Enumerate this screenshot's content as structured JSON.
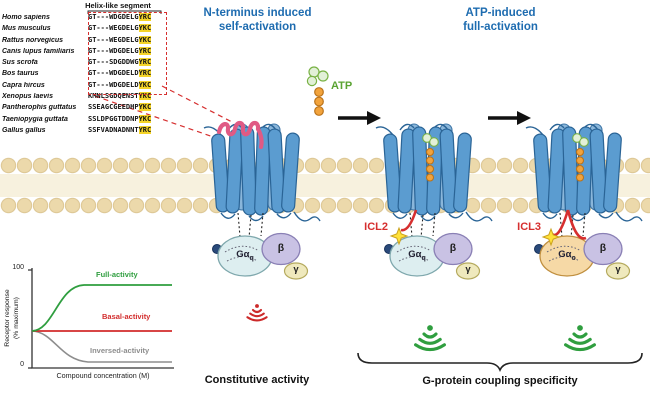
{
  "headings": {
    "left": {
      "line1": "N-terminus induced",
      "line2": "self-activation"
    },
    "right": {
      "line1": "ATP-induced",
      "line2": "full-activation"
    }
  },
  "alignment": {
    "title": "Helix-like segment",
    "rows": [
      {
        "species": "Homo sapiens",
        "seq_main": "GT---WDGDELG",
        "seq_hl": "YRC"
      },
      {
        "species": "Mus musculus",
        "seq_main": "GT---WEGDELG",
        "seq_hl": "YKC"
      },
      {
        "species": "Rattus norvegicus",
        "seq_main": "GT---WEGDELG",
        "seq_hl": "YKC"
      },
      {
        "species": "Canis lupus familiaris",
        "seq_main": "GT---WDGDELG",
        "seq_hl": "YRC"
      },
      {
        "species": "Sus scrofa",
        "seq_main": "GT---SDGDDWG",
        "seq_hl": "YRC"
      },
      {
        "species": "Bos taurus",
        "seq_main": "GT---WDGDELD",
        "seq_hl": "YRC"
      },
      {
        "species": "Capra hircus",
        "seq_main": "GT---WDGDELD",
        "seq_hl": "YKC"
      },
      {
        "species": "Xenopus laevis",
        "seq_main": "KMNLSGDQENST",
        "seq_hl": "YKC"
      },
      {
        "species": "Pantherophis guttatus",
        "seq_main": "SSEAGCGEEDHP",
        "seq_hl": "YKC"
      },
      {
        "species": "Taeniopygia guttata",
        "seq_main": "SSLDPGGTDDNP",
        "seq_hl": "YKC"
      },
      {
        "species": "Gallus gallus",
        "seq_main": "SSFVADNADNNT",
        "seq_hl": "YRC"
      }
    ]
  },
  "atp": {
    "label": "ATP"
  },
  "receptors": [
    {
      "g_alpha": {
        "base": "Gα",
        "sub": "q"
      },
      "beta": "β",
      "gamma": "γ"
    },
    {
      "g_alpha": {
        "base": "Gα",
        "sub": "q"
      },
      "beta": "β",
      "gamma": "γ",
      "icl_label": "ICL2"
    },
    {
      "g_alpha": {
        "base": "Gα",
        "sub": "o"
      },
      "beta": "β",
      "gamma": "γ",
      "icl_label": "ICL3"
    }
  ],
  "captions": {
    "left": "Constitutive activity",
    "right": "G-protein coupling specificity"
  },
  "chart": {
    "ylabel_line1": "Receptor response",
    "ylabel_line2": "(% maximum)",
    "xlabel": "Compound concentration (M)",
    "ytick_top": "100",
    "ytick_bottom": "0",
    "curves": {
      "full": "Full-activity",
      "basal": "Basal-activity",
      "inversed": "Inversed-activity"
    }
  },
  "chart_data": {
    "type": "line",
    "title": "",
    "xlabel": "Compound concentration (M)",
    "ylabel": "Receptor response (% maximum)",
    "x_scale": "log",
    "x_relative": [
      1,
      2,
      3,
      4,
      5,
      6,
      7,
      8,
      9,
      10
    ],
    "ylim": [
      0,
      100
    ],
    "yticks": [
      0,
      100
    ],
    "grid": false,
    "legend_position": "inline-labels",
    "series": [
      {
        "name": "Full-activity",
        "color": "#2f9e3f",
        "values": [
          38,
          38,
          39,
          46,
          63,
          78,
          85,
          86,
          86,
          86
        ]
      },
      {
        "name": "Basal-activity",
        "color": "#d22c2c",
        "values": [
          38,
          38,
          38,
          38,
          38,
          38,
          38,
          38,
          38,
          38
        ]
      },
      {
        "name": "Inversed-activity",
        "color": "#8d8d8d",
        "values": [
          38,
          38,
          37,
          31,
          19,
          10,
          6,
          5,
          5,
          5
        ]
      }
    ]
  },
  "colors": {
    "accent_blue": "#1e6cb0",
    "atp_green": "#5aa332",
    "alert_red": "#d62f2f",
    "membrane_tan": "#ecd9ab",
    "receptor_blue": "#5b9cd0",
    "g_alpha_q_fill": "#ddeef0",
    "g_alpha_o_fill": "#f6d9a6",
    "beta_fill": "#c9c2e4",
    "gamma_fill": "#efe9bd",
    "highlight_yellow": "#f5d428",
    "n_term_helix_pink": "#e05a84",
    "star_yellow": "#ffe13a"
  }
}
